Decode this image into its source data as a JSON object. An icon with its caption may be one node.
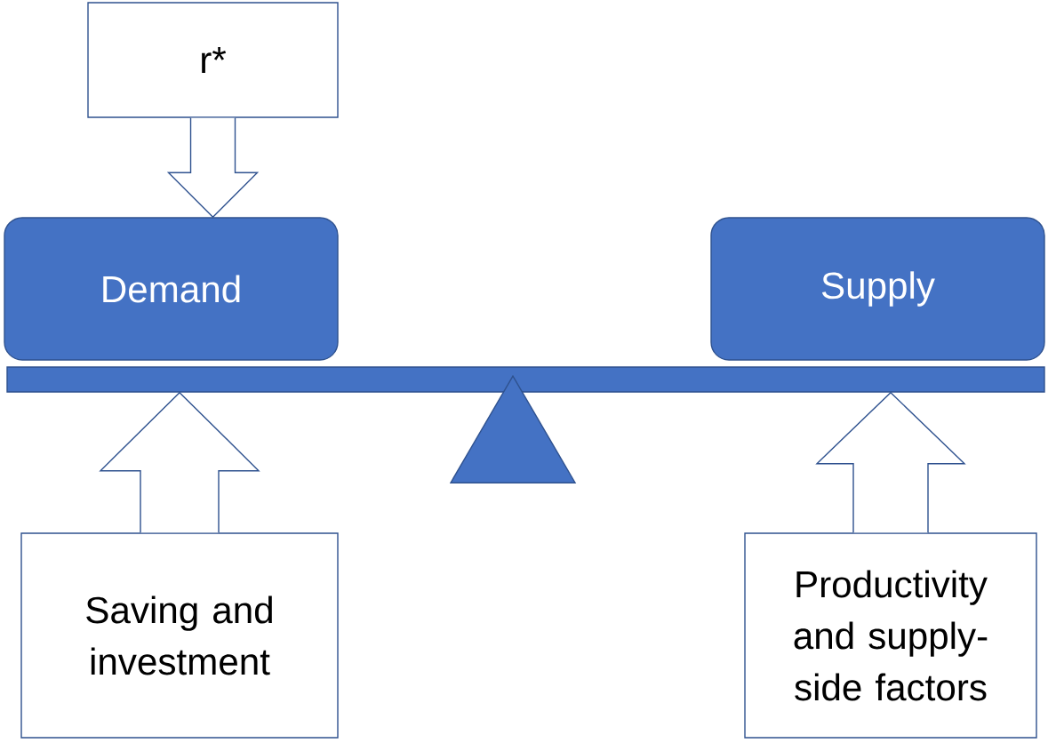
{
  "diagram": {
    "nodes": [
      {
        "text": [
          "r*"
        ]
      },
      {
        "text": [
          "Demand"
        ]
      },
      {
        "text": [
          "Supply"
        ]
      },
      {
        "text": [
          "Saving and investment"
        ]
      },
      {
        "text": [
          "Productivity and supply-side factors"
        ]
      },
      {
        "text": [],
        "shape": "bar"
      },
      {
        "text": [],
        "shape": "triangle"
      }
    ],
    "edges": [
      {
        "from": 0,
        "to": 1,
        "arrow": "to"
      },
      {
        "from": 3,
        "to": 5,
        "arrow": "to"
      },
      {
        "from": 4,
        "to": 5,
        "arrow": "to"
      }
    ]
  }
}
